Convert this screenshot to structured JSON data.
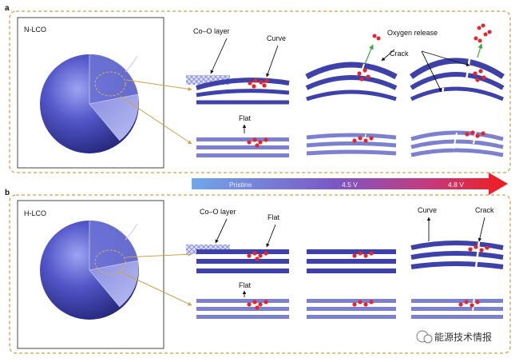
{
  "panels": {
    "a": {
      "letter": "a",
      "sample": "N-LCO",
      "labels": {
        "co_o_layer": "Co–O layer",
        "curve": "Curve",
        "flat": "Flat",
        "oxygen_release": "Oxygen release",
        "crack": "Crack"
      }
    },
    "b": {
      "letter": "b",
      "sample": "H-LCO",
      "labels": {
        "co_o_layer": "Co–O layer",
        "flat_top": "Flat",
        "flat_bottom": "Flat",
        "curve": "Curve",
        "crack": "Crack"
      }
    }
  },
  "voltage_arrow": {
    "start": "Pristine",
    "mid": "4.5 V",
    "end": "4.8 V"
  },
  "watermark": "能源技术情报",
  "colors": {
    "layer": "#3d41a8",
    "layer_light": "#7c80cf",
    "sphere": "#4a4fbd",
    "ion": "#e3262b",
    "frame": "#c9a24a",
    "arrow_start": "#6fa0e6",
    "arrow_end": "#ee1c1c",
    "green_arrow": "#39a935"
  }
}
